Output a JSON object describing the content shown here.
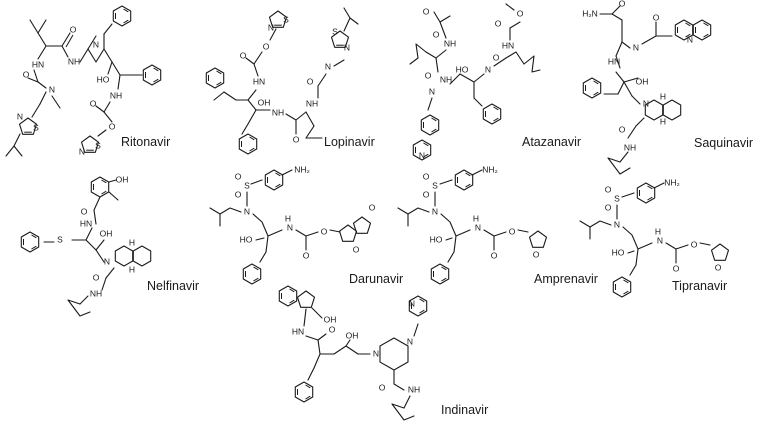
{
  "molecules": [
    {
      "id": "ritonavir",
      "name": "Ritonavir"
    },
    {
      "id": "lopinavir",
      "name": "Lopinavir"
    },
    {
      "id": "atazanavir",
      "name": "Atazanavir"
    },
    {
      "id": "saquinavir",
      "name": "Saquinavir"
    },
    {
      "id": "nelfinavir",
      "name": "Nelfinavir"
    },
    {
      "id": "darunavir",
      "name": "Darunavir"
    },
    {
      "id": "amprenavir",
      "name": "Amprenavir"
    },
    {
      "id": "tipranavir",
      "name": "Tipranavir"
    },
    {
      "id": "indinavir",
      "name": "Indinavir"
    }
  ],
  "atom_labels": {
    "N": "N",
    "NH": "NH",
    "HN": "HN",
    "O": "O",
    "S": "S",
    "HO": "HO",
    "OH": "OH",
    "NH2": "NH₂",
    "H2N": "H₂N",
    "H": "H"
  }
}
